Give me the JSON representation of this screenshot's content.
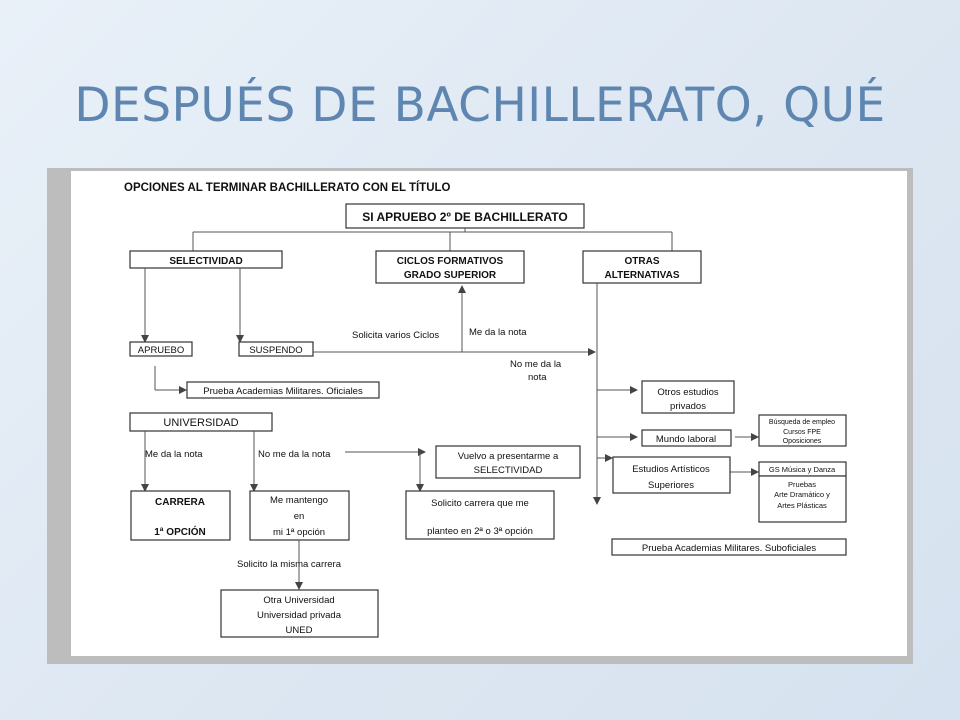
{
  "slide": {
    "title": "DESPUÉS DE BACHILLERATO, QUÉ"
  },
  "diagram": {
    "heading": "OPCIONES AL TERMINAR BACHILLERATO CON EL TÍTULO",
    "root": "SI APRUEBO 2º DE BACHILLERATO",
    "selectividad": "SELECTIVIDAD",
    "ciclos": [
      "CICLOS FORMATIVOS",
      "GRADO SUPERIOR"
    ],
    "otras": [
      "OTRAS",
      "ALTERNATIVAS"
    ],
    "apruebo": "APRUEBO",
    "suspendo": "SUSPENDO",
    "solicita_ciclos": "Solicita varios Ciclos",
    "me_da_nota_1": "Me da la nota",
    "no_me_da_nota_1": [
      "No me da la",
      "nota"
    ],
    "academias_oficiales": "Prueba Academias Militares. Oficiales",
    "universidad": "UNIVERSIDAD",
    "me_da_nota_2": "Me da la nota",
    "no_me_da_nota_2": "No me da la nota",
    "carrera": [
      "CARRERA",
      "1ª OPCIÓN"
    ],
    "me_mantengo": [
      "Me mantengo",
      "en",
      "mi 1ª opción"
    ],
    "vuelvo": [
      "Vuelvo a presentarme a",
      "SELECTIVIDAD"
    ],
    "solicito_carrera": [
      "Solicito carrera que me",
      "planteo en 2ª o 3ª opción"
    ],
    "solicito_misma": "Solicito la misma carrera",
    "otra_universidad": [
      "Otra Universidad",
      "Universidad privada",
      "UNED"
    ],
    "otros_estudios": [
      "Otros estudios",
      "privados"
    ],
    "mundo_laboral": "Mundo laboral",
    "busqueda": [
      "Búsqueda de empleo",
      "Cursos FPE",
      "Oposiciones"
    ],
    "estudios_artisticos": [
      "Estudios Artísticos",
      "Superiores"
    ],
    "gs_musica": "GS Música y Danza",
    "pruebas": [
      "Pruebas",
      "Arte Dramático y",
      "Artes Plásticas"
    ],
    "academias_suboficiales": "Prueba Academias Militares. Suboficiales"
  }
}
